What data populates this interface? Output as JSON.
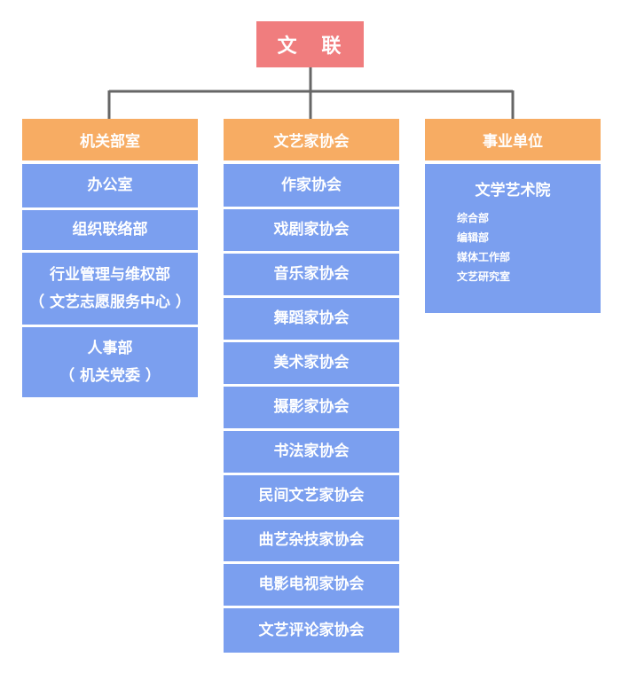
{
  "root": {
    "label": "文 联"
  },
  "colors": {
    "root": "#f07d7e",
    "header": "#f7ac63",
    "cell": "#7b9fef",
    "connector": "#666666"
  },
  "departments": {
    "title": "机关部室",
    "items": [
      {
        "lines": [
          "办公室"
        ]
      },
      {
        "lines": [
          "组织联络部"
        ]
      },
      {
        "lines": [
          "行业管理与维权部",
          "（ 文艺志愿服务中心 ）"
        ]
      },
      {
        "lines": [
          "人事部",
          "（ 机关党委 ）"
        ]
      }
    ]
  },
  "associations": {
    "title": "文艺家协会",
    "items": [
      "作家协会",
      "戏剧家协会",
      "音乐家协会",
      "舞蹈家协会",
      "美术家协会",
      "摄影家协会",
      "书法家协会",
      "民间文艺家协会",
      "曲艺杂技家协会",
      "电影电视家协会",
      "文艺评论家协会"
    ]
  },
  "institutions": {
    "title": "事业单位",
    "unit": "文学艺术院",
    "sub_items": [
      "综合部",
      "编辑部",
      "媒体工作部",
      "文艺研究室"
    ]
  }
}
